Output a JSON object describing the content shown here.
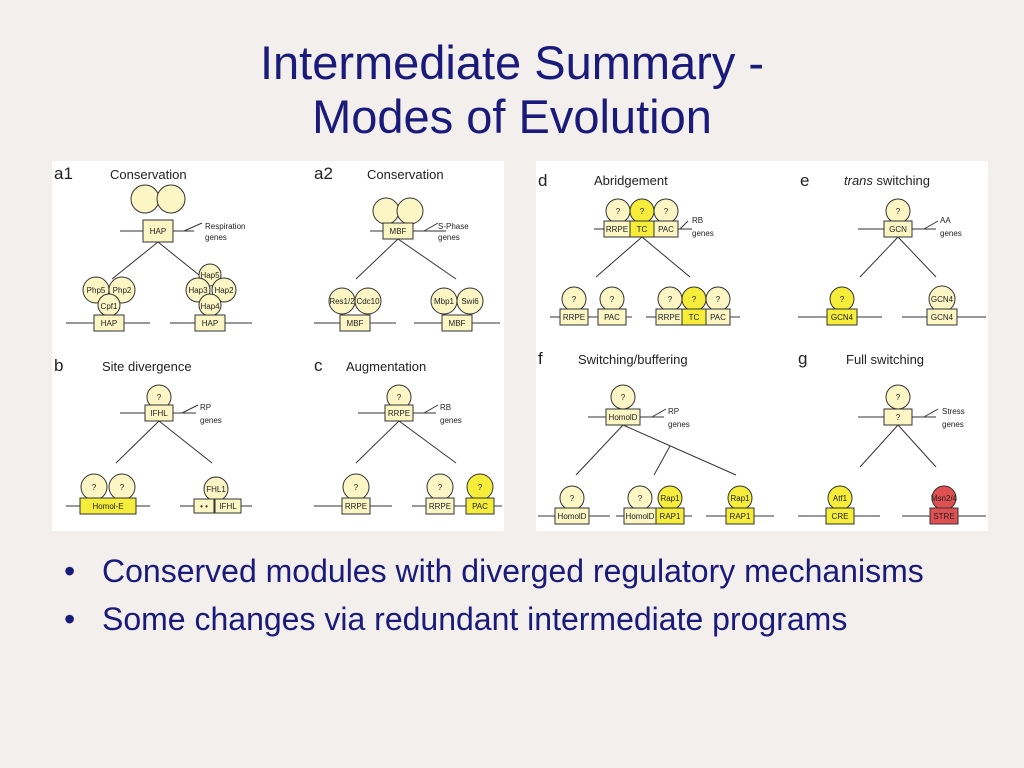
{
  "slide": {
    "title_line1": "Intermediate Summary -",
    "title_line2": "Modes of Evolution",
    "bullets": [
      "Conserved modules with diverged regulatory mechanisms",
      "Some changes via redundant intermediate programs"
    ],
    "bullet_glyph": "•"
  },
  "colors": {
    "title": "#1a1a7a",
    "factor_fill": "#fbf6c4",
    "yellow_fill": "#f6ec3a",
    "red_fill": "#e05050",
    "outline": "#333333",
    "background": "#f2efec"
  },
  "diagram": {
    "a1": {
      "label": "a1",
      "title": "Conservation",
      "top_site": "HAP",
      "genes1": "Respiration",
      "genes2": "genes",
      "l_f1": "Php5",
      "l_f2": "Php2",
      "l_f3": "Cpf1",
      "l_site": "HAP",
      "r_f1": "Hap5",
      "r_f2": "Hap3",
      "r_f3": "Hap2",
      "r_f4": "Hap4",
      "r_site": "HAP"
    },
    "a2": {
      "label": "a2",
      "title": "Conservation",
      "top_site": "MBF",
      "genes1": "S-Phase",
      "genes2": "genes",
      "l_f1": "Res1/2",
      "l_f2": "Cdc10",
      "l_site": "MBF",
      "r_f1": "Mbp1",
      "r_f2": "Swi6",
      "r_site": "MBF"
    },
    "b": {
      "label": "b",
      "title": "Site divergence",
      "top_f": "?",
      "top_site": "IFHL",
      "genes1": "RP",
      "genes2": "genes",
      "l_f1": "?",
      "l_f2": "?",
      "l_site": "Homol-E",
      "r_f1": "FHL1",
      "r_site": "IFHL",
      "r_dots": "• •"
    },
    "c": {
      "label": "c",
      "title": "Augmentation",
      "top_f": "?",
      "top_site": "RRPE",
      "genes1": "RB",
      "genes2": "genes",
      "l_f1": "?",
      "l_site": "RRPE",
      "r_f1": "?",
      "r_f2": "?",
      "r_site1": "RRPE",
      "r_site2": "PAC"
    },
    "d": {
      "label": "d",
      "title": "Abridgement",
      "top_f1": "?",
      "top_f2": "?",
      "top_f3": "?",
      "top_s1": "RRPE",
      "top_s2": "TC",
      "top_s3": "PAC",
      "genes1": "RB",
      "genes2": "genes",
      "l_f1": "?",
      "l_f2": "?",
      "l_s1": "RRPE",
      "l_s2": "PAC",
      "r_f1": "?",
      "r_f2": "?",
      "r_f3": "?",
      "r_s1": "RRPE",
      "r_s2": "TC",
      "r_s3": "PAC"
    },
    "e": {
      "label": "e",
      "title_italic": "trans",
      "title_rest": " switching",
      "top_f": "?",
      "top_site": "GCN",
      "genes1": "AA",
      "genes2": "genes",
      "l_f1": "?",
      "l_site": "GCN4",
      "r_f1": "GCN4",
      "r_site": "GCN4"
    },
    "f": {
      "label": "f",
      "title": "Switching/buffering",
      "top_f": "?",
      "top_site": "HomolD",
      "genes1": "RP",
      "genes2": "genes",
      "l_f1": "?",
      "l_site": "HomolD",
      "m_f1": "?",
      "m_f2": "Rap1",
      "m_s1": "HomolD",
      "m_s2": "RAP1",
      "r_f1": "Rap1",
      "r_site": "RAP1"
    },
    "g": {
      "label": "g",
      "title": "Full switching",
      "top_f": "?",
      "top_site": "?",
      "genes1": "Stress",
      "genes2": "genes",
      "l_f1": "Atf1",
      "l_site": "CRE",
      "r_f1": "Msn2/4",
      "r_site": "STRE"
    }
  }
}
